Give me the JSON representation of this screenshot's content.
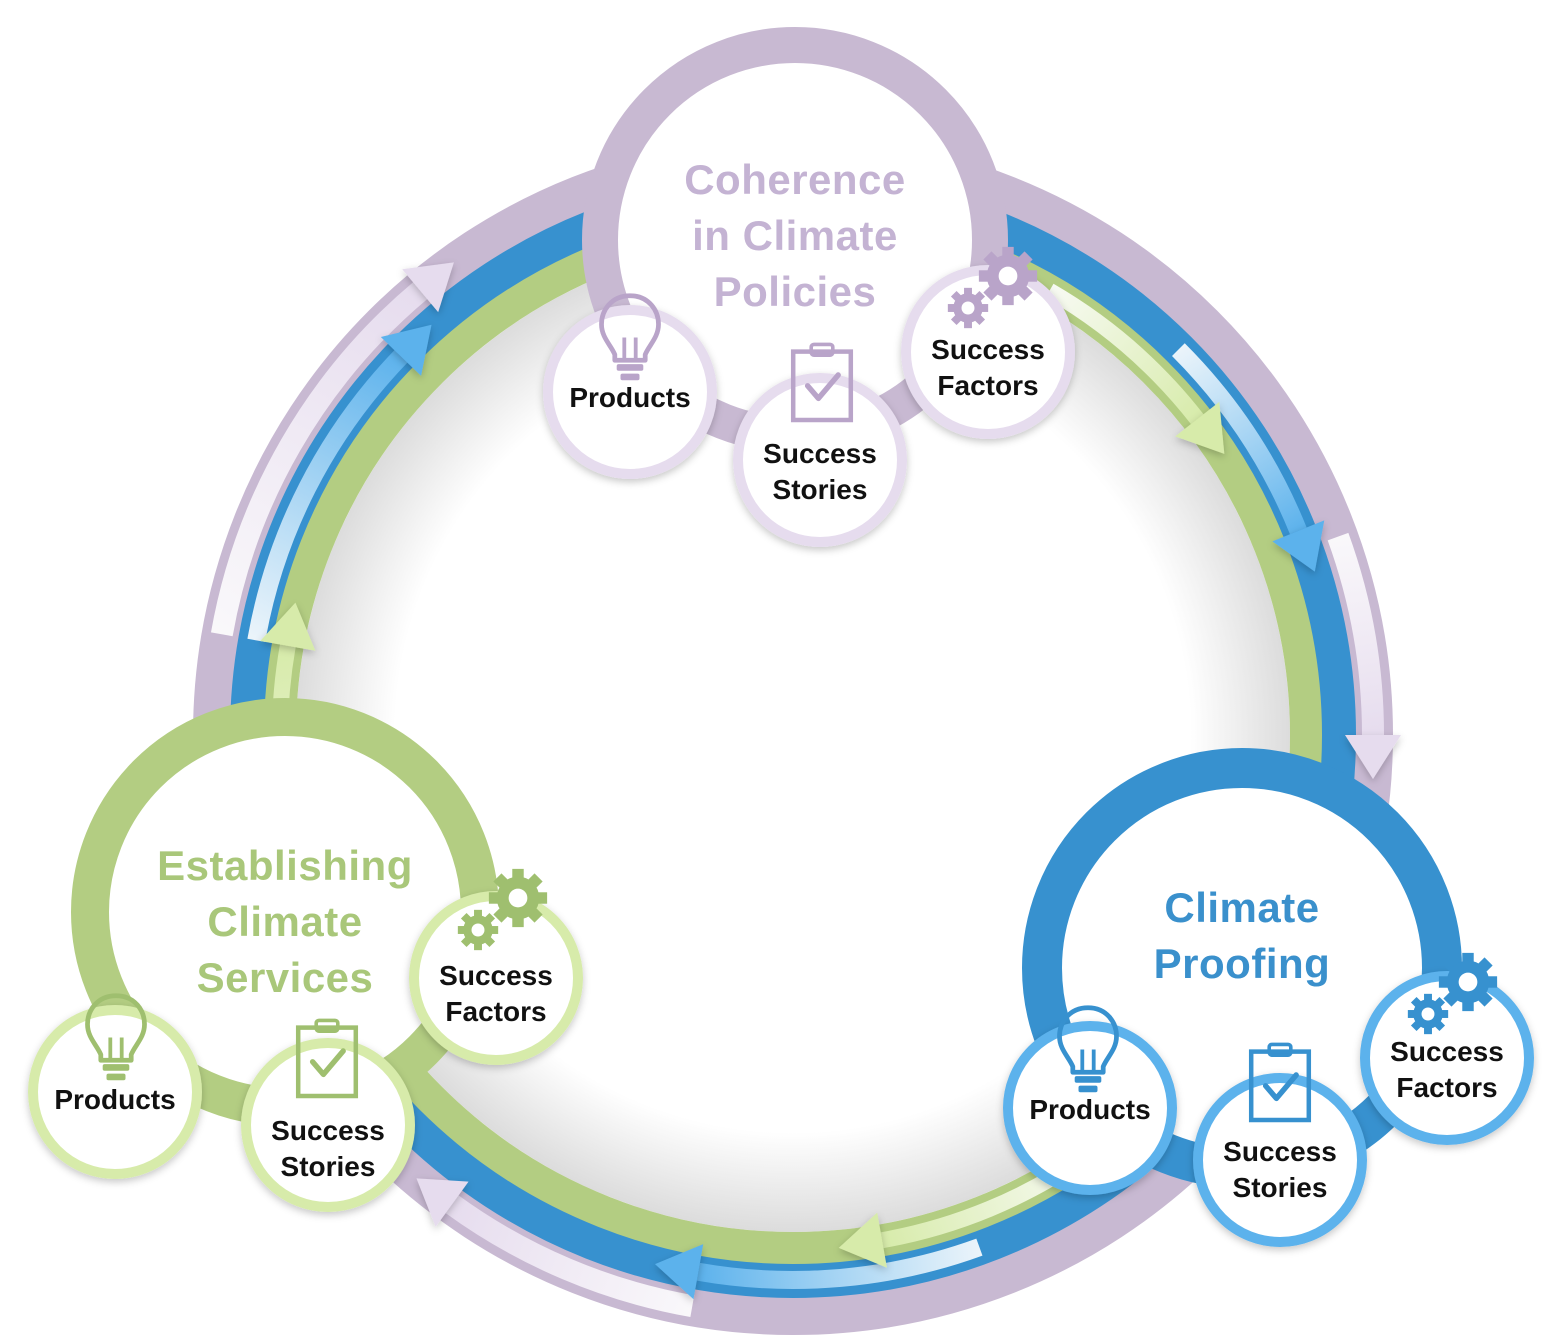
{
  "colors": {
    "purple": "#c8b9d2",
    "purple_light": "#e6dcee",
    "purple_text": "#c4b3d3",
    "purple_icon": "#b9a4c9",
    "blue": "#3791cf",
    "blue_light": "#5cb2ec",
    "blue_text": "#3a90cc",
    "green": "#b3cd82",
    "green_light": "#d7ebaa",
    "green_text": "#a9c77a",
    "green_icon": "#9fbf6f"
  },
  "hubs": [
    {
      "id": "coherence",
      "title_lines": [
        "Coherence",
        "in Climate",
        "Policies"
      ],
      "color_key": "purple",
      "sub_items": [
        {
          "kind": "products",
          "lines": [
            "Products"
          ],
          "icon": "lightbulb-icon"
        },
        {
          "kind": "stories",
          "lines": [
            "Success",
            "Stories"
          ],
          "icon": "clipboard-check-icon"
        },
        {
          "kind": "factors",
          "lines": [
            "Success",
            "Factors"
          ],
          "icon": "gears-icon"
        }
      ]
    },
    {
      "id": "proofing",
      "title_lines": [
        "Climate",
        "Proofing"
      ],
      "color_key": "blue",
      "sub_items": [
        {
          "kind": "products",
          "lines": [
            "Products"
          ],
          "icon": "lightbulb-icon"
        },
        {
          "kind": "stories",
          "lines": [
            "Success",
            "Stories"
          ],
          "icon": "clipboard-check-icon"
        },
        {
          "kind": "factors",
          "lines": [
            "Success",
            "Factors"
          ],
          "icon": "gears-icon"
        }
      ]
    },
    {
      "id": "services",
      "title_lines": [
        "Establishing",
        "Climate",
        "Services"
      ],
      "color_key": "green",
      "sub_items": [
        {
          "kind": "products",
          "lines": [
            "Products"
          ],
          "icon": "lightbulb-icon"
        },
        {
          "kind": "stories",
          "lines": [
            "Success",
            "Stories"
          ],
          "icon": "clipboard-check-icon"
        },
        {
          "kind": "factors",
          "lines": [
            "Success",
            "Factors"
          ],
          "icon": "gears-icon"
        }
      ]
    }
  ],
  "cycle_direction": "clockwise"
}
